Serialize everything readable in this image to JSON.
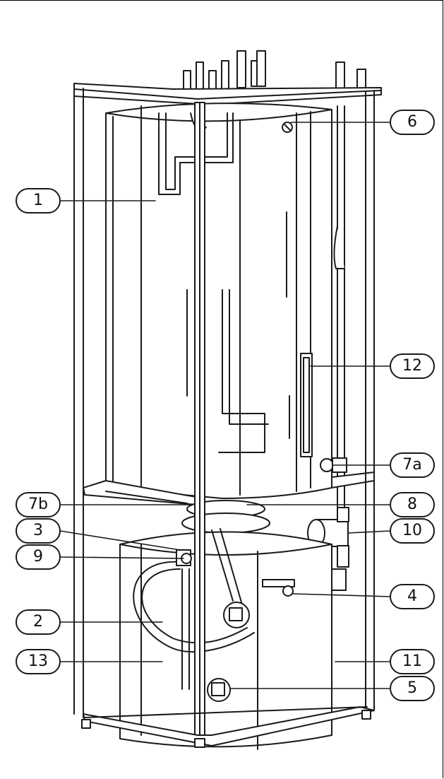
{
  "callouts": {
    "c1": "1",
    "c2": "2",
    "c3": "3",
    "c4": "4",
    "c5": "5",
    "c6": "6",
    "c7a": "7a",
    "c7b": "7b",
    "c8": "8",
    "c9": "9",
    "c10": "10",
    "c11": "11",
    "c12": "12",
    "c13": "13"
  },
  "colors": {
    "line": "#1a1a1a",
    "fill": "#ffffff",
    "shade": "#f2f2f2"
  }
}
